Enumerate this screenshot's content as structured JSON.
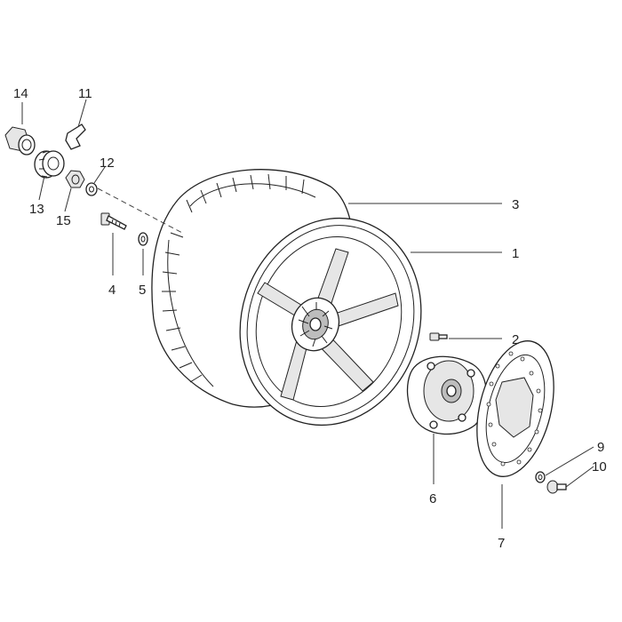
{
  "callouts": [
    {
      "id": "p1",
      "text": "1"
    },
    {
      "id": "p2",
      "text": "2"
    },
    {
      "id": "p3",
      "text": "3"
    },
    {
      "id": "p4",
      "text": "4"
    },
    {
      "id": "p5",
      "text": "5"
    },
    {
      "id": "p6",
      "text": "6"
    },
    {
      "id": "p7",
      "text": "7"
    },
    {
      "id": "p9",
      "text": "9"
    },
    {
      "id": "p10",
      "text": "10"
    },
    {
      "id": "p11",
      "text": "11"
    },
    {
      "id": "p12",
      "text": "12"
    },
    {
      "id": "p13",
      "text": "13"
    },
    {
      "id": "p14",
      "text": "14"
    },
    {
      "id": "p15",
      "text": "15"
    }
  ]
}
